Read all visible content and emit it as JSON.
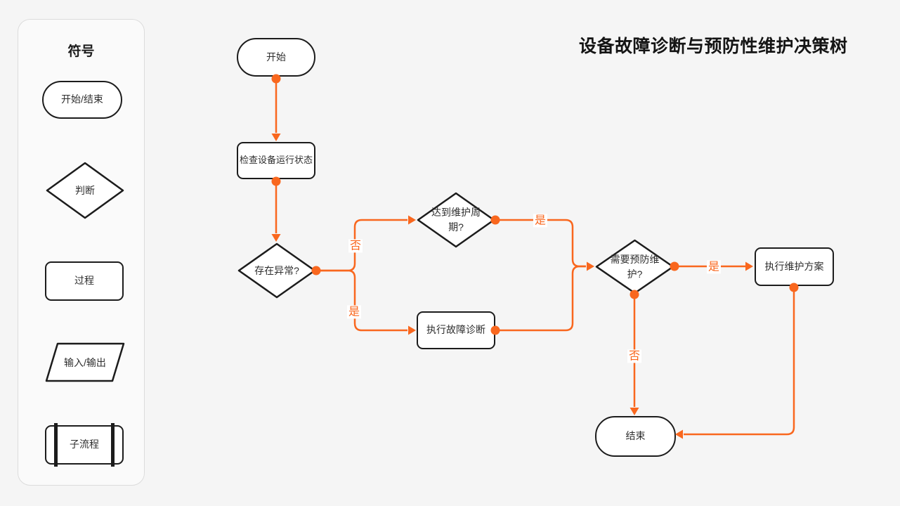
{
  "title": "设备故障诊断与预防性维护决策树",
  "colors": {
    "accent": "#F9671E",
    "node_border": "#1C1C1C",
    "canvas_bg": "#F5F5F5",
    "panel_bg": "#FAFAFA",
    "panel_border": "#DCDCDC"
  },
  "legend": {
    "title": "符号",
    "items": [
      {
        "label": "开始/结束",
        "shape": "stadium"
      },
      {
        "label": "判断",
        "shape": "diamond"
      },
      {
        "label": "过程",
        "shape": "rect"
      },
      {
        "label": "输入/输出",
        "shape": "parallelogram"
      },
      {
        "label": "子流程",
        "shape": "subprocess"
      }
    ]
  },
  "flowchart": {
    "nodes": [
      {
        "id": "start",
        "label": "开始",
        "shape": "stadium"
      },
      {
        "id": "check",
        "label": "检查设备运行状态",
        "shape": "rect"
      },
      {
        "id": "abnormal",
        "label": "存在异常?",
        "shape": "diamond"
      },
      {
        "id": "cycle",
        "label": "达到维护周期?",
        "shape": "diamond"
      },
      {
        "id": "diagnose",
        "label": "执行故障诊断",
        "shape": "rect"
      },
      {
        "id": "preventive",
        "label": "需要预防维护?",
        "shape": "diamond"
      },
      {
        "id": "maintain",
        "label": "执行维护方案",
        "shape": "rect"
      },
      {
        "id": "end",
        "label": "结束",
        "shape": "stadium"
      }
    ],
    "edges": [
      {
        "from": "start",
        "to": "check",
        "label": ""
      },
      {
        "from": "check",
        "to": "abnormal",
        "label": ""
      },
      {
        "from": "abnormal",
        "to": "cycle",
        "label": "否"
      },
      {
        "from": "abnormal",
        "to": "diagnose",
        "label": "是"
      },
      {
        "from": "cycle",
        "to": "preventive",
        "label": "是"
      },
      {
        "from": "diagnose",
        "to": "preventive",
        "label": ""
      },
      {
        "from": "preventive",
        "to": "maintain",
        "label": "是"
      },
      {
        "from": "preventive",
        "to": "end",
        "label": "否"
      },
      {
        "from": "maintain",
        "to": "end",
        "label": ""
      }
    ]
  }
}
